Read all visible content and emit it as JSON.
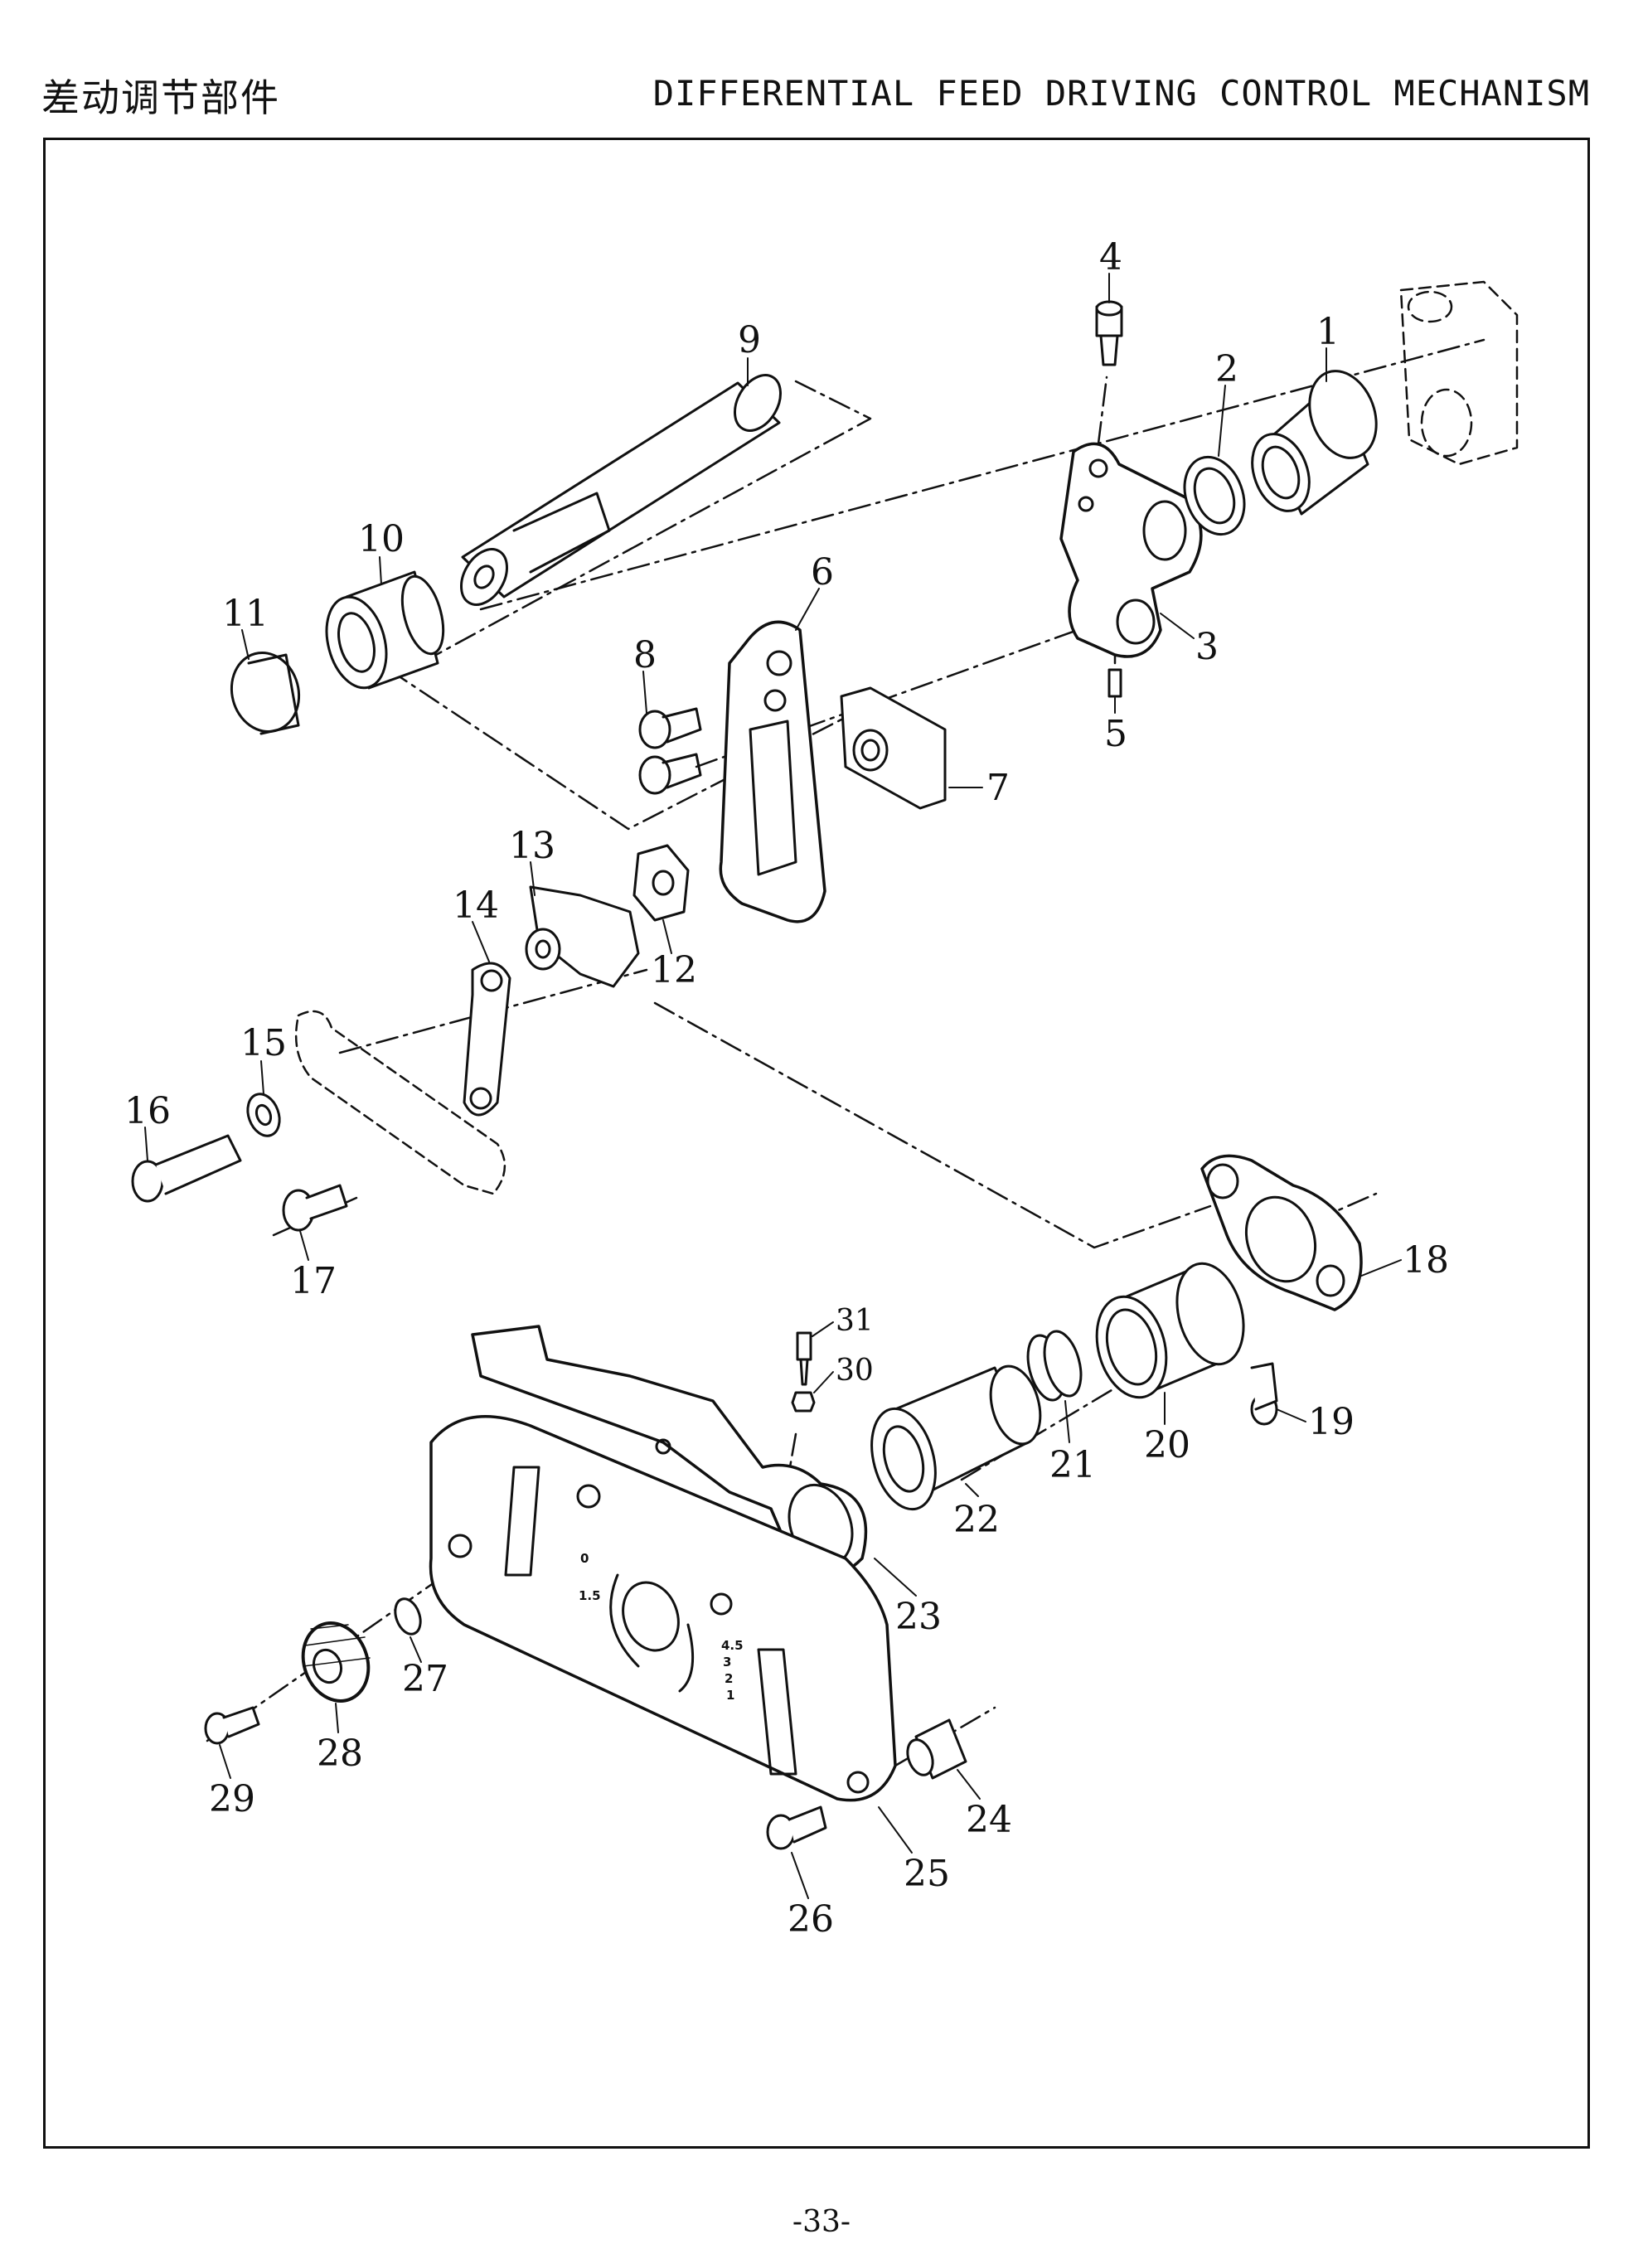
{
  "header": {
    "title_cn": "差动调节部件",
    "title_en": "DIFFERENTIAL FEED DRIVING CONTROL MECHANISM"
  },
  "callouts": [
    "1",
    "2",
    "3",
    "4",
    "5",
    "6",
    "7",
    "8",
    "9",
    "10",
    "11",
    "12",
    "13",
    "14",
    "15",
    "16",
    "17",
    "18",
    "19",
    "20",
    "21",
    "22",
    "23",
    "24",
    "25",
    "26",
    "27",
    "28",
    "29",
    "30",
    "31"
  ],
  "plate_scale": [
    "0",
    "1.5",
    "4.5",
    "3",
    "2",
    "1"
  ],
  "footer": {
    "page_number": "-33-"
  }
}
